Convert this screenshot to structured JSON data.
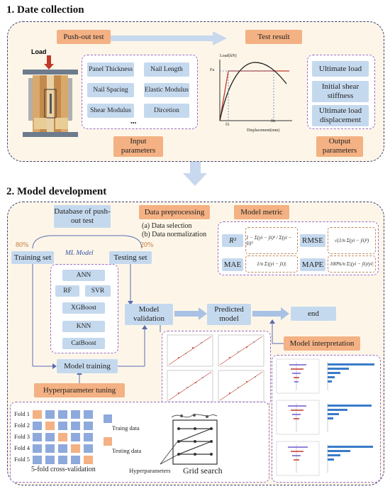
{
  "section1": {
    "title": "1. Date collection",
    "pushout_label": "Push-out test",
    "testresult_label": "Test result",
    "load_label": "Load",
    "input_params": [
      "Panel Thickness",
      "Nail Length",
      "Nail Spacing",
      "Elastic Modulus",
      "Shear Modulus",
      "Dircetion"
    ],
    "ellipsis": "•••",
    "input_caption": "Input parameters",
    "output_params": [
      "Ultimate load",
      "Initial shear stiffness",
      "Ultimate load displacement"
    ],
    "output_caption": "Output parameters",
    "curve_ylabel": "Load(kN)",
    "curve_xlabel": "Displacement(mm)",
    "curve_fu": "Fu",
    "curve_d1": "δ1",
    "curve_du": "δu"
  },
  "section2": {
    "title": "2. Model development",
    "database_label": "Database of push-out test",
    "data_preprocessing": "Data preprocessing",
    "preprocess_items": [
      "(a) Data selection",
      "(b) Data normalization"
    ],
    "model_metric": "Model metric",
    "metrics": [
      "R²",
      "RMSE",
      "MAE",
      "MAPE"
    ],
    "metric_formulas": [
      "1 − Σ(yi − ŷi)² / Σ(yi − ȳi)²",
      "√(1/n Σ(yi − ŷi)²)",
      "1/n Σ|(yi − ŷi)|",
      "100%/n Σ|(yi − ŷi)/yi|"
    ],
    "pct_train": "80%",
    "pct_test": "20%",
    "training_set": "Training set",
    "testing_set": "Testing set",
    "ml_model": "ML Model",
    "models": [
      "ANN",
      "RF",
      "SVR",
      "XGBoost",
      "KNN",
      "CatBoost"
    ],
    "model_validation": "Model validation",
    "predicted_model": "Predicted model",
    "end_label": "end",
    "model_interpretation": "Model interpretation",
    "model_training": "Model training",
    "hyperparameter_tuning": "Hyperparameter tuning",
    "folds": [
      "Fold 1",
      "Fold 2",
      "Fold 3",
      "Fold 4",
      "Fold 5"
    ],
    "training_data": "Traing data",
    "testing_data": "Testing data",
    "cv_caption": "5-fold cross-validation",
    "hyperparameters": "Hyperparameters",
    "grid_search": "Grid search"
  },
  "colors": {
    "orange": "#f4b183",
    "blue": "#c5d9ee",
    "arrow": "#a9c2e4",
    "panel_border": "#3b3f78",
    "purple_dash": "#9b6bc2",
    "train_cell": "#8ea9db",
    "test_cell": "#f4b183"
  }
}
